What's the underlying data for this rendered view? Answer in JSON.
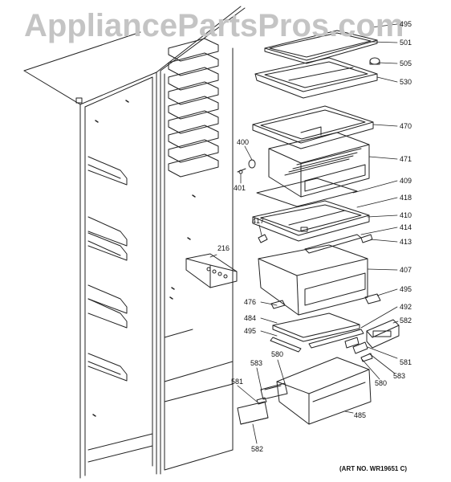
{
  "watermark": "AppliancePartsPros.com",
  "art_number": "(ART NO. WR19651 C)",
  "callouts": {
    "c495a": "495",
    "c501": "501",
    "c505": "505",
    "c530": "530",
    "c470": "470",
    "c400": "400",
    "c471": "471",
    "c401": "401",
    "c409": "409",
    "c418": "418",
    "c410": "410",
    "c417": "417",
    "c414": "414",
    "c413": "413",
    "c216": "216",
    "c407": "407",
    "c495b": "495",
    "c476": "476",
    "c492": "492",
    "c484": "484",
    "c582a": "582",
    "c495c": "495",
    "c580a": "580",
    "c581a": "581",
    "c583a": "583",
    "c583b": "583",
    "c580b": "580",
    "c581b": "581",
    "c485": "485",
    "c582b": "582"
  }
}
